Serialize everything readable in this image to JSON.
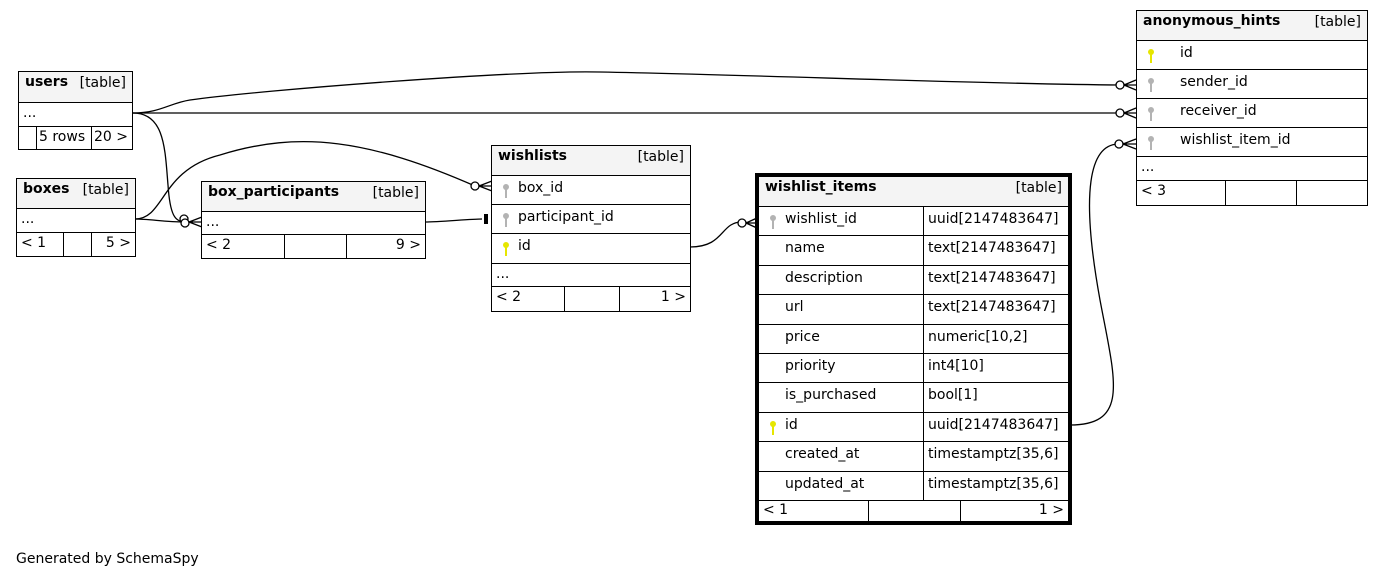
{
  "diagram": {
    "footer_note": "Generated by SchemaSpy",
    "colors": {
      "primary_key": "#e6e600",
      "foreign_key": "#b3b3b3",
      "header_bg": "#f4f4f4",
      "line": "#000000"
    }
  },
  "tables": {
    "users": {
      "name": "users",
      "type": "[table]",
      "rows": [
        {
          "label": "..."
        }
      ],
      "footer": [
        "",
        "5 rows",
        "20 >"
      ]
    },
    "boxes": {
      "name": "boxes",
      "type": "[table]",
      "rows": [
        {
          "label": "..."
        }
      ],
      "footer": [
        "< 1",
        "",
        "5 >"
      ]
    },
    "box_participants": {
      "name": "box_participants",
      "type": "[table]",
      "rows": [
        {
          "label": "..."
        }
      ],
      "footer": [
        "< 2",
        "",
        "9 >"
      ]
    },
    "wishlists": {
      "name": "wishlists",
      "type": "[table]",
      "rows": [
        {
          "label": "box_id",
          "key": "foreign"
        },
        {
          "label": "participant_id",
          "key": "foreign"
        },
        {
          "label": "id",
          "key": "primary"
        },
        {
          "label": "..."
        }
      ],
      "footer": [
        "< 2",
        "",
        "1 >"
      ]
    },
    "wishlist_items": {
      "name": "wishlist_items",
      "type": "[table]",
      "rows": [
        {
          "label": "wishlist_id",
          "datatype": "uuid[2147483647]",
          "key": "foreign"
        },
        {
          "label": "name",
          "datatype": "text[2147483647]"
        },
        {
          "label": "description",
          "datatype": "text[2147483647]"
        },
        {
          "label": "url",
          "datatype": "text[2147483647]"
        },
        {
          "label": "price",
          "datatype": "numeric[10,2]"
        },
        {
          "label": "priority",
          "datatype": "int4[10]"
        },
        {
          "label": "is_purchased",
          "datatype": "bool[1]"
        },
        {
          "label": "id",
          "datatype": "uuid[2147483647]",
          "key": "primary"
        },
        {
          "label": "created_at",
          "datatype": "timestamptz[35,6]"
        },
        {
          "label": "updated_at",
          "datatype": "timestamptz[35,6]"
        }
      ],
      "footer": [
        "< 1",
        "",
        "1 >"
      ]
    },
    "anonymous_hints": {
      "name": "anonymous_hints",
      "type": "[table]",
      "rows": [
        {
          "label": "id",
          "key": "primary"
        },
        {
          "label": "sender_id",
          "key": "foreign"
        },
        {
          "label": "receiver_id",
          "key": "foreign"
        },
        {
          "label": "wishlist_item_id",
          "key": "foreign"
        },
        {
          "label": "..."
        }
      ],
      "footer": [
        "< 3",
        "",
        ""
      ]
    }
  }
}
